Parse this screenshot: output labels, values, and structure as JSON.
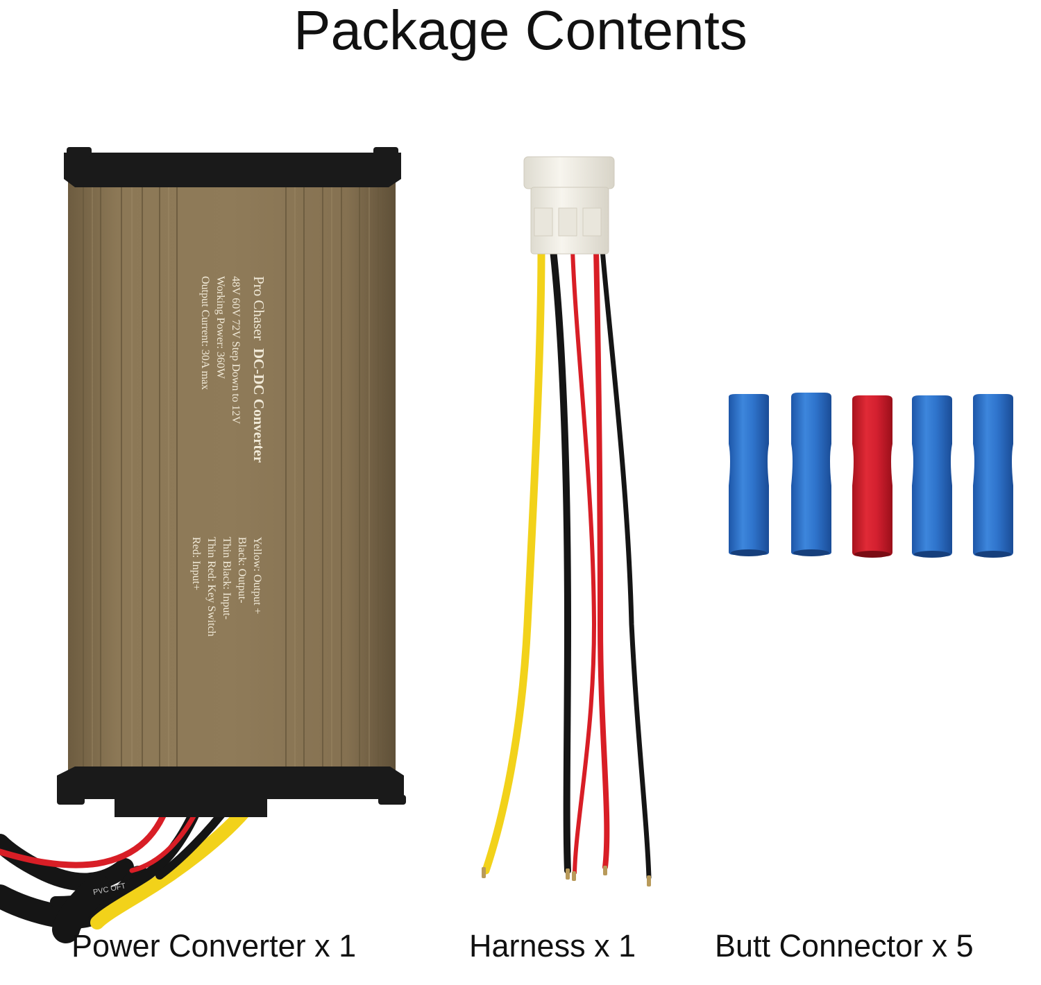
{
  "title": "Package Contents",
  "converter_label": {
    "brand": "Pro Chaser",
    "product": "DC-DC Converter",
    "spec1": "48V 60V 72V Step Down to 12V",
    "spec2": "Working Power: 360W",
    "spec3": "Output Current: 30A max",
    "wire1": "Yellow: Output +",
    "wire2": "Black: Output-",
    "wire3": "Thin Black: Input-",
    "wire4": "Thin Red: Key Switch",
    "wire5": "Red: Input+"
  },
  "cable_marking": "PVC OFT",
  "captions": {
    "converter": "Power Converter x 1",
    "harness": "Harness x 1",
    "butt": "Butt Connector x 5"
  },
  "colors": {
    "housing": "#8a7656",
    "end_cap": "#1a1a1a",
    "wire_yellow": "#f2d21a",
    "wire_black": "#151515",
    "wire_red": "#d81e26",
    "connector_blue": "#2f74cc",
    "connector_red": "#d42030",
    "plug_white": "#f3f1e9"
  },
  "butt_connectors": [
    "blue",
    "blue",
    "red",
    "blue",
    "blue"
  ]
}
